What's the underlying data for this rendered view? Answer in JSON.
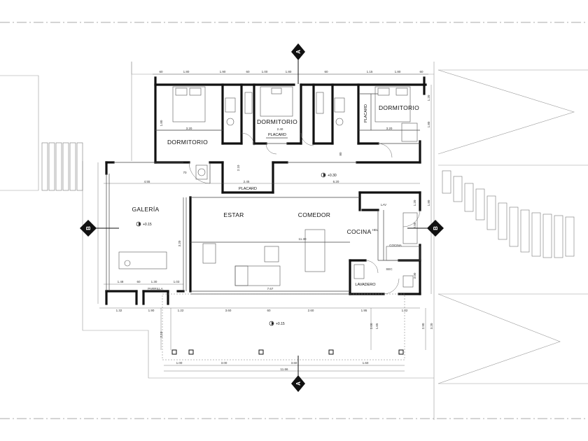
{
  "rooms": {
    "dorm1": "DORMITORIO",
    "dorm2": "DORMITORIO",
    "dorm3": "DORMITORIO",
    "galeria": "GALERÍA",
    "estar": "ESTAR",
    "comedor": "COMEDOR",
    "cocina": "COCINA",
    "lavadero": "LAVADERO",
    "placard1": "PLACARD",
    "placard2": "PLACARD",
    "placard3": "PLACARD",
    "parrilla": "PARRILLA",
    "lav": "LAV",
    "heladera": "HEL",
    "cocina_fix": "COCINA",
    "sec": "SEC"
  },
  "levels": {
    "hall": "+0.30",
    "galeria": "+0.15",
    "porch": "+0.15"
  },
  "section_marks": {
    "top": "A",
    "bottom": "A",
    "left": "B",
    "right": "B"
  },
  "dimensions": {
    "top": [
      "60",
      "1.80",
      "1.90",
      "60",
      "1.00",
      "1.80",
      "60",
      "1.15",
      "1.80",
      "60"
    ],
    "dorm1_w": "3.20",
    "dorm2_w": "2.40",
    "dorm3_w": "3.20",
    "dorm_h": "1.80",
    "hall_left": "4.55",
    "hall_mid": "2.45",
    "hall_right": "6.20",
    "estar_h": "3.20",
    "comedor_w": "11.30",
    "front_w": "7.67",
    "porch_span": "11.66",
    "porch_parts": [
      "1.00",
      "3.00",
      "3.60",
      "1.60"
    ],
    "bottom_row": [
      "1.32",
      "1.90",
      "1.22",
      "3.60",
      "60",
      "2.60",
      "1.95",
      "1.22"
    ],
    "left_parts": [
      "1.48",
      "60",
      "1.30",
      "1.03"
    ],
    "right_vert": [
      "1.20",
      "1.80",
      "1.80",
      "2.90",
      "3.20"
    ],
    "misc": [
      "2.10",
      "2.00",
      "1.65",
      "1.20",
      "2.00",
      "3.00",
      "70",
      "2.10",
      "80"
    ]
  }
}
